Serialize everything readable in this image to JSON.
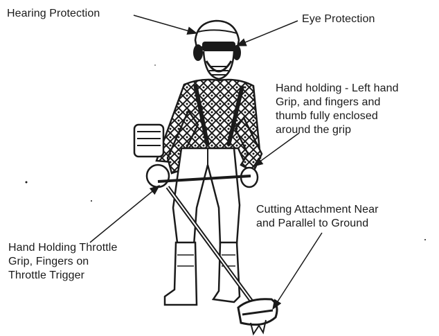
{
  "labels": {
    "hearing_protection": "Hearing Protection",
    "eye_protection": "Eye Protection",
    "left_hand_grip": "Hand holding - Left hand\nGrip, and fingers and\nthumb fully enclosed\naround the grip",
    "cutting_attachment": "Cutting Attachment Near\nand Parallel to Ground",
    "throttle_grip": "Hand Holding Throttle\nGrip, Fingers on\nThrottle Trigger"
  },
  "colors": {
    "ink": "#1a1a1a",
    "background": "#ffffff"
  }
}
